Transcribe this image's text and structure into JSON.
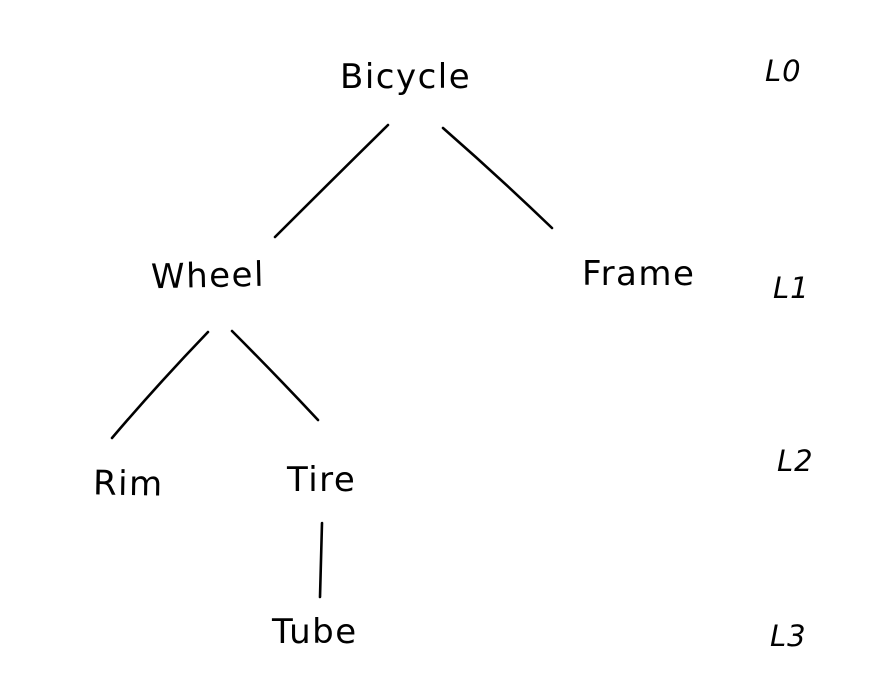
{
  "diagram": {
    "background_color": "#ffffff",
    "ink_color": "#000000",
    "nodes": [
      {
        "id": "bicycle",
        "label": "Bicycle",
        "level": "L0"
      },
      {
        "id": "wheel",
        "label": "Wheel",
        "level": "L1"
      },
      {
        "id": "frame",
        "label": "Frame",
        "level": "L1"
      },
      {
        "id": "rim",
        "label": "Rim",
        "level": "L2"
      },
      {
        "id": "tire",
        "label": "Tire",
        "level": "L2"
      },
      {
        "id": "tube",
        "label": "Tube",
        "level": "L3"
      }
    ],
    "edges": [
      {
        "from": "Bicycle",
        "to": "Wheel"
      },
      {
        "from": "Bicycle",
        "to": "Frame"
      },
      {
        "from": "Wheel",
        "to": "Rim"
      },
      {
        "from": "Wheel",
        "to": "Tire"
      },
      {
        "from": "Tire",
        "to": "Tube"
      }
    ],
    "level_labels": [
      {
        "label": "L0"
      },
      {
        "label": "L1"
      },
      {
        "label": "L2"
      },
      {
        "label": "L3"
      }
    ]
  }
}
